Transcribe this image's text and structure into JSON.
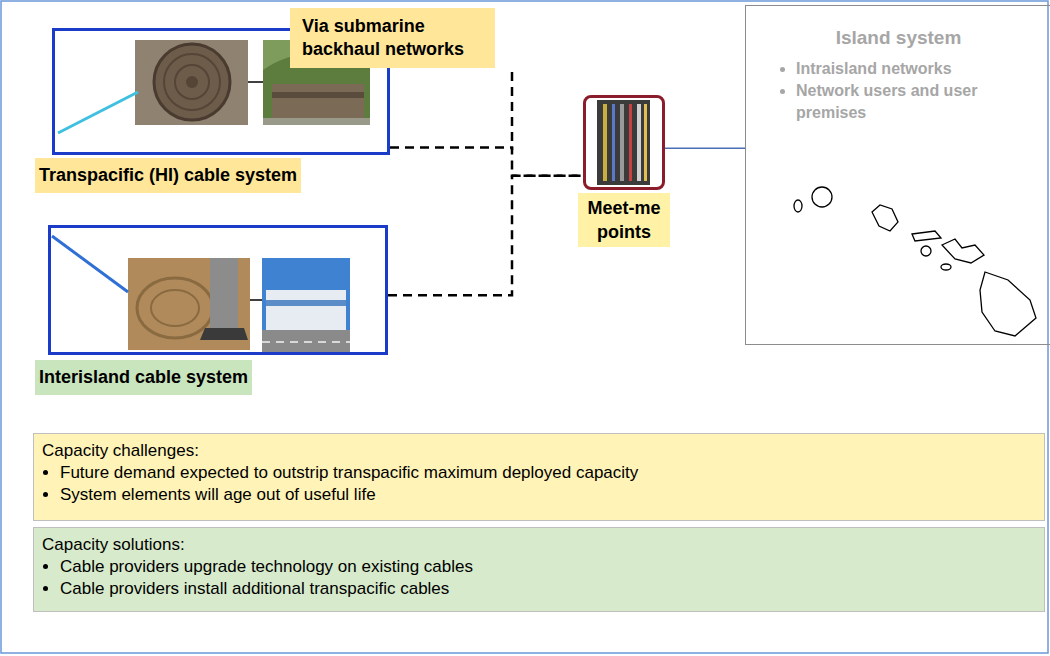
{
  "diagram": {
    "nodes": [
      {
        "text": [
          "Transpacific (HI) cable system"
        ]
      },
      {
        "text": [
          "Via submarine backhaul networks"
        ]
      },
      {
        "text": [
          "Interisland cable system"
        ]
      },
      {
        "text": [
          "Meet-me points"
        ]
      },
      {
        "text": [
          "Island system",
          "Intraisland networks",
          "Network users and user premises"
        ]
      },
      {
        "text": [
          "Capacity challenges:",
          "Future demand expected to outstrip transpacific maximum deployed capacity",
          "System elements will age out of useful life"
        ]
      },
      {
        "text": [
          "Capacity solutions:",
          "Cable providers upgrade technology on existing cables",
          "Cable providers install additional transpacific cables"
        ]
      }
    ],
    "edges": [
      {
        "from": 0,
        "to": 3,
        "arrow": "none"
      },
      {
        "from": 2,
        "to": 3,
        "arrow": "none"
      },
      {
        "from": 3,
        "to": 4,
        "arrow": "none"
      }
    ]
  }
}
